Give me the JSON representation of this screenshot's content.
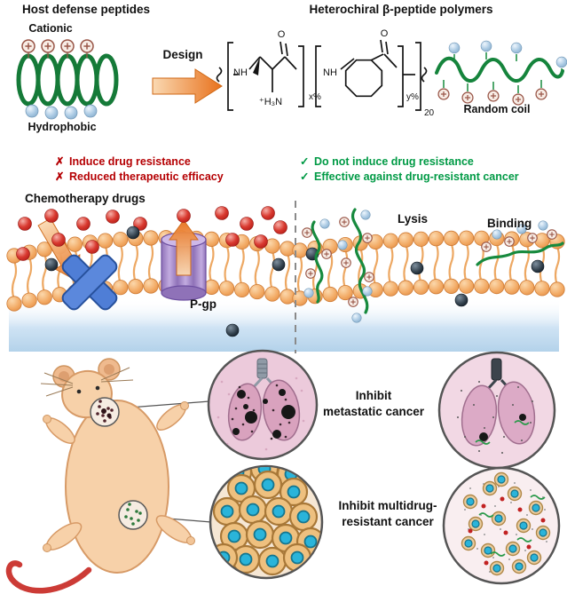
{
  "header": {
    "hdp_title": "Host defense peptides",
    "cationic": "Cationic",
    "hydrophobic": "Hydrophobic",
    "design": "Design",
    "polymer_title": "Heterochiral β-peptide polymers",
    "random_coil": "Random coil"
  },
  "chemistry": {
    "nh": "NH",
    "o": "O",
    "amine": "⁺H₃N",
    "x_fraction": "x%",
    "y_fraction": "y%",
    "degree_of_polymerization": "20"
  },
  "comparison": {
    "cross_mark": "✗",
    "check_mark": "✓",
    "negative": [
      "Induce drug resistance",
      "Reduced therapeutic efficacy"
    ],
    "positive": [
      "Do not induce drug resistance",
      "Effective against drug-resistant cancer"
    ]
  },
  "membrane": {
    "chemotherapy": "Chemotherapy drugs",
    "pgp": "P-gp",
    "lysis": "Lysis",
    "binding": "Binding"
  },
  "outcomes": {
    "metastatic_line1": "Inhibit",
    "metastatic_line2": "metastatic cancer",
    "mdr_line1": "Inhibit multidrug-",
    "mdr_line2": "resistant cancer"
  },
  "colors": {
    "negative_red": "#b50003",
    "positive_green": "#009a45",
    "polymer_green": "#178a3e",
    "arrow_orange": "#e8711c",
    "membrane_orange": "#f2a963",
    "pgp_purple": "#8f72b8",
    "block_blue": "#4f7ed6",
    "tail_red": "#cc3b36"
  }
}
